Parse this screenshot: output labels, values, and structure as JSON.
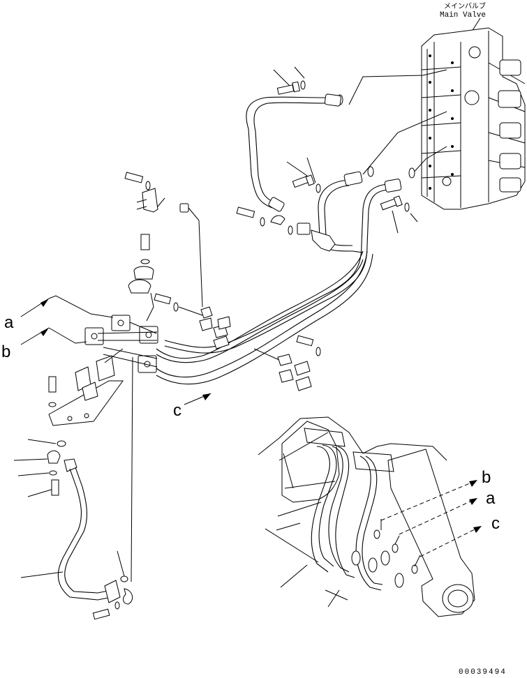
{
  "diagram": {
    "main_valve_label_jp": "メインバルブ",
    "main_valve_label_en": "Main Valve",
    "callouts": {
      "a_left": "a",
      "b_left": "b",
      "c_mid": "c",
      "b_right": "b",
      "a_right": "a",
      "c_right": "c"
    },
    "drawing_number": "00039494"
  }
}
